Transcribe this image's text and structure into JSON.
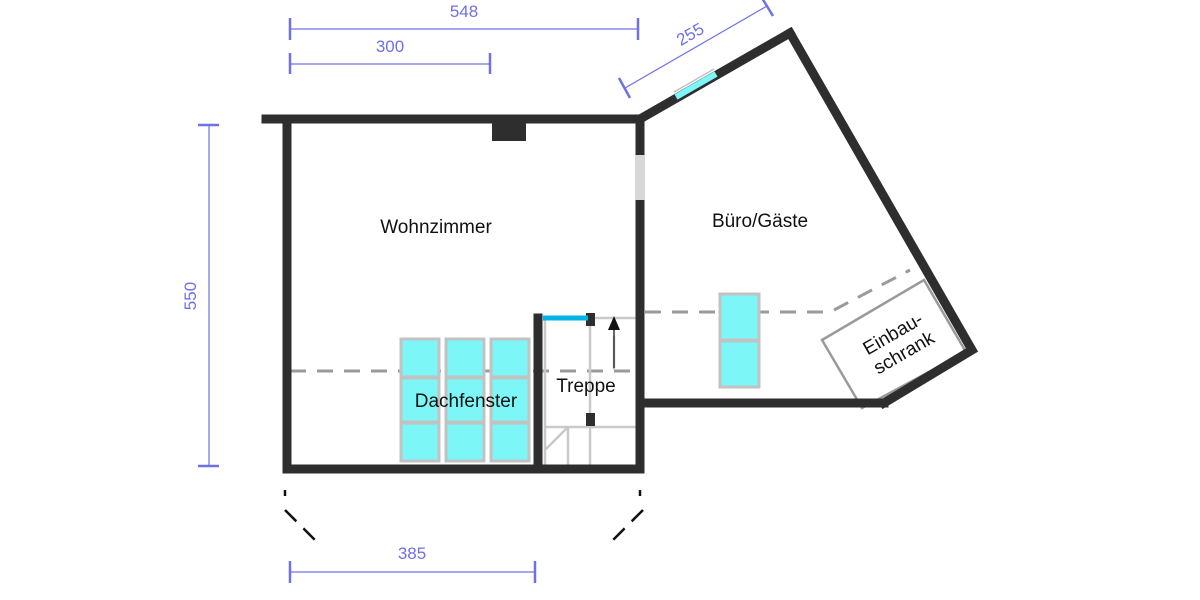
{
  "rooms": {
    "wohnzimmer": "Wohnzimmer",
    "buero": "Büro/Gäste",
    "treppe": "Treppe",
    "dachfenster": "Dachfenster",
    "einbauschrank_line1": "Einbau-",
    "einbauschrank_line2": "schrank"
  },
  "dimensions": {
    "top_total": "548",
    "top_partial": "300",
    "diagonal": "255",
    "left_height": "550",
    "bottom_width": "385"
  },
  "colors": {
    "wall": "#2e2e2e",
    "dimension": "#6f6fe8",
    "skylight": "#7cf6f6",
    "door_highlight": "#00b4e6"
  },
  "icons": {
    "stair_direction": "arrow-up-icon"
  }
}
